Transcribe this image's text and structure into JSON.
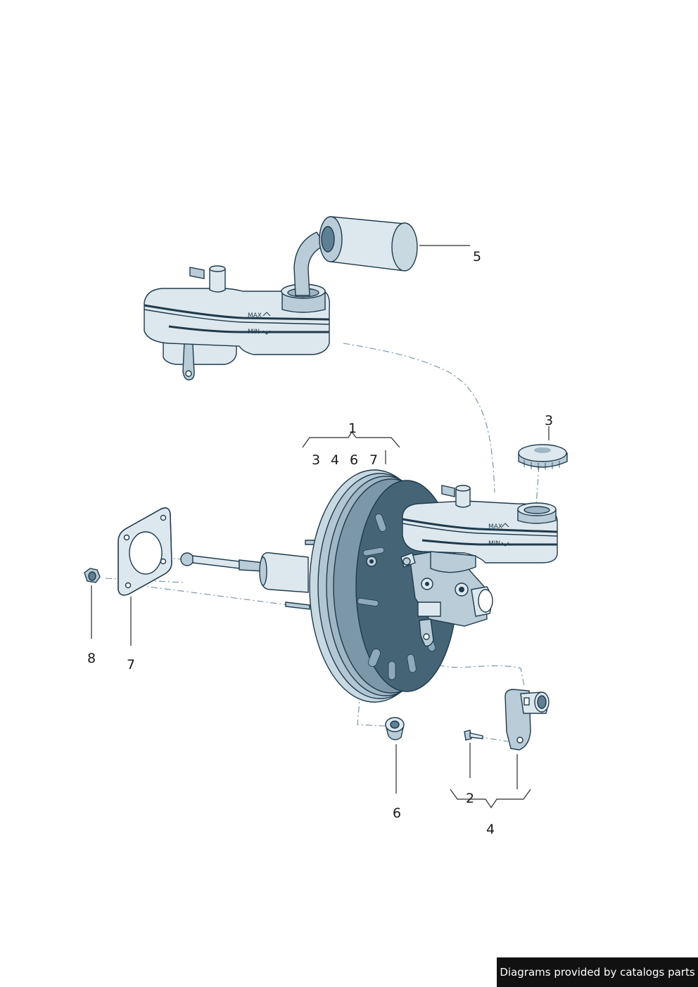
{
  "diagram": {
    "callouts": {
      "c5": "5",
      "c1": "1",
      "c1_sub": [
        "3",
        "4",
        "6",
        "7"
      ],
      "c3": "3",
      "c8": "8",
      "c7": "7",
      "c6": "6",
      "c2": "2",
      "c4": "4"
    },
    "reservoir_upper": {
      "max_label": "MAX",
      "min_label": "MIN"
    },
    "reservoir_lower": {
      "max_label": "MAX",
      "min_label": "MIN"
    }
  },
  "footer": {
    "credit": "Diagrams provided by catalogs parts"
  }
}
